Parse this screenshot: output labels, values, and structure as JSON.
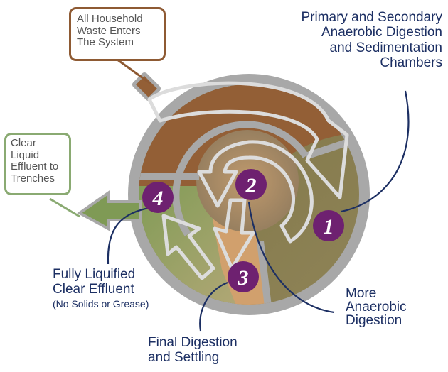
{
  "labels": {
    "input_box": "All Household Waste Enters The System",
    "input_box_lines": [
      "All Household",
      "Waste Enters",
      "The System"
    ],
    "output_box_lines": [
      "Clear",
      "Liquid",
      "Effluent to",
      "Trenches"
    ],
    "chambers_lines": [
      "Primary and Secondary",
      "Anaerobic Digestion",
      "and Sedimentation",
      "Chambers"
    ],
    "more_anaerobic_lines": [
      "More",
      "Anaerobic",
      "Digestion"
    ],
    "final_digestion_lines": [
      "Final Digestion",
      "and Settling"
    ],
    "fully_liquified_lines": [
      "Fully Liquified",
      "Clear Effluent"
    ],
    "fully_liquified_note": "(No Solids or Grease)"
  },
  "stages": [
    {
      "number": "1"
    },
    {
      "number": "2"
    },
    {
      "number": "3"
    },
    {
      "number": "4"
    }
  ],
  "colors": {
    "brown_outer": "#935f36",
    "olive": "#857a4c",
    "center": "#a78a67",
    "tan": "#d1a06d",
    "green": "#8aa063",
    "ring": "#a8a8a8",
    "badge": "#6e2170",
    "text_blue": "#1c2f63",
    "box_brown": "#8e5a33",
    "box_green": "#8aaa72"
  }
}
